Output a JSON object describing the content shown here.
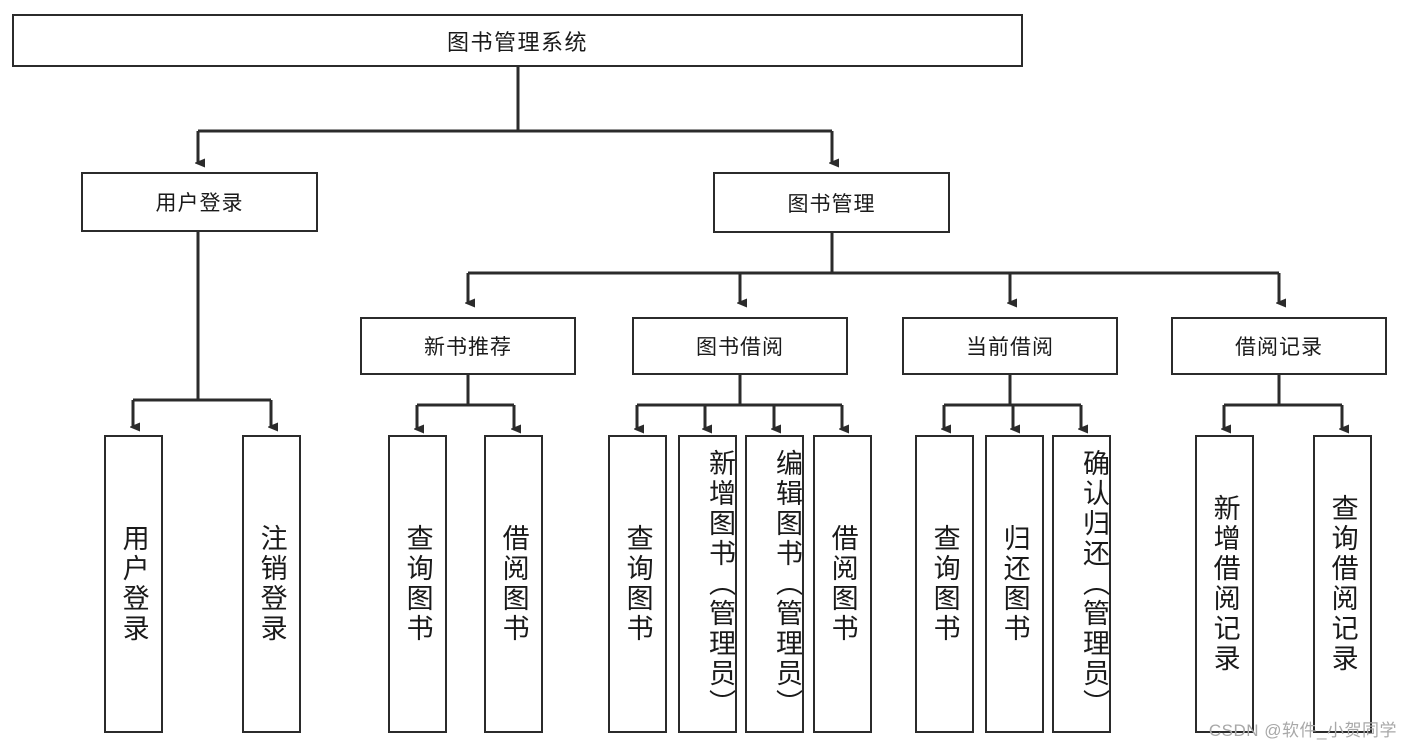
{
  "diagram": {
    "title": "图书管理系统",
    "type": "hierarchy-tree",
    "watermark": "CSDN @软件_小贺同学",
    "colors": {
      "stroke": "#2b2b2b",
      "fill": "#ffffff",
      "text": "#1a1a1a",
      "watermark": "#a8a8a8"
    },
    "nodes": {
      "root": {
        "label": "图书管理系统"
      },
      "level2": [
        {
          "id": "user-login",
          "label": "用户登录"
        },
        {
          "id": "book-manage",
          "label": "图书管理"
        }
      ],
      "level3": [
        {
          "id": "new-book-recommend",
          "label": "新书推荐"
        },
        {
          "id": "book-borrow",
          "label": "图书借阅"
        },
        {
          "id": "current-borrow",
          "label": "当前借阅"
        },
        {
          "id": "borrow-record",
          "label": "借阅记录"
        }
      ],
      "leaves": [
        {
          "id": "leaf-user-login",
          "label": "用户登录",
          "parent": "user-login"
        },
        {
          "id": "leaf-logout",
          "label": "注销登录",
          "parent": "user-login"
        },
        {
          "id": "leaf-query-book-1",
          "label": "查询图书",
          "parent": "new-book-recommend"
        },
        {
          "id": "leaf-borrow-book-1",
          "label": "借阅图书",
          "parent": "new-book-recommend"
        },
        {
          "id": "leaf-query-book-2",
          "label": "查询图书",
          "parent": "book-borrow"
        },
        {
          "id": "leaf-add-book",
          "label": "新增图书（管理员）",
          "parent": "book-borrow"
        },
        {
          "id": "leaf-edit-book",
          "label": "编辑图书（管理员）",
          "parent": "book-borrow"
        },
        {
          "id": "leaf-borrow-book-2",
          "label": "借阅图书",
          "parent": "book-borrow"
        },
        {
          "id": "leaf-query-book-3",
          "label": "查询图书",
          "parent": "current-borrow"
        },
        {
          "id": "leaf-return-book",
          "label": "归还图书",
          "parent": "current-borrow"
        },
        {
          "id": "leaf-confirm-return",
          "label": "确认归还（管理员）",
          "parent": "current-borrow"
        },
        {
          "id": "leaf-add-record",
          "label": "新增借阅记录",
          "parent": "borrow-record"
        },
        {
          "id": "leaf-query-record",
          "label": "查询借阅记录",
          "parent": "borrow-record"
        }
      ]
    }
  }
}
